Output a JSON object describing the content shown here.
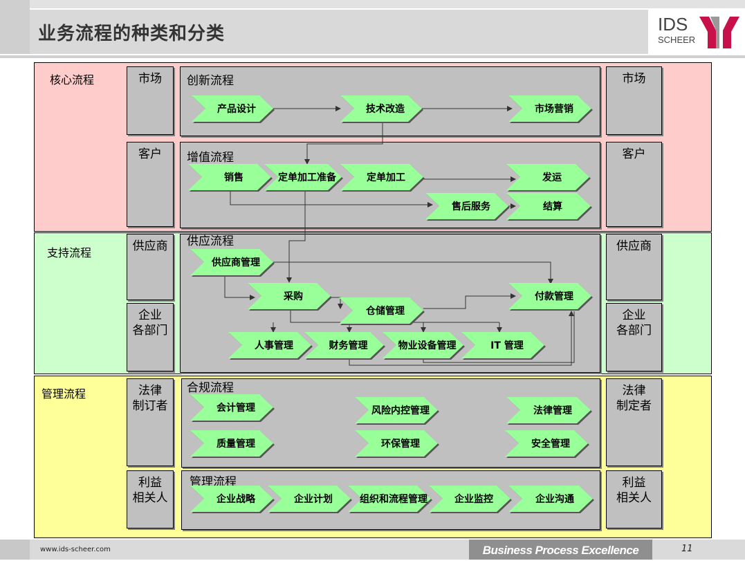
{
  "title": "业务流程的种类和分类",
  "logo": {
    "line1": "IDS",
    "line2": "SCHEER"
  },
  "sections": [
    {
      "label": "核心流程",
      "color": "#ffcccc"
    },
    {
      "label": "支持流程",
      "color": "#ccffcc"
    },
    {
      "label": "管理流程",
      "color": "#ffff99"
    }
  ],
  "side_left": [
    "市场",
    "客户",
    "供应商",
    "企业\n各部门",
    "法律\n制订者",
    "利益\n相关人"
  ],
  "side_right": [
    "市场",
    "客户",
    "供应商",
    "企业\n各部门",
    "法律\n制定者",
    "利益\n相关人"
  ],
  "panels": [
    "创新流程",
    "增值流程",
    "供应流程",
    "合规流程",
    "管理流程"
  ],
  "steps": {
    "innovation": [
      "产品设计",
      "技术改造",
      "市场营销"
    ],
    "value": [
      "销售",
      "定单加工准备",
      "定单加工",
      "发运",
      "售后服务",
      "结算"
    ],
    "supply": [
      "供应商管理",
      "采购",
      "仓储管理",
      "付款管理",
      "人事管理",
      "财务管理",
      "物业设备管理",
      "IT 管理"
    ],
    "compliance": [
      "会计管理",
      "风险内控管理",
      "法律管理",
      "质量管理",
      "环保管理",
      "安全管理"
    ],
    "management": [
      "企业战略",
      "企业计划",
      "组织和流程管理",
      "企业监控",
      "企业沟通"
    ]
  },
  "footer": {
    "url": "www.ids-scheer.com",
    "tagline": "Business Process Excellence",
    "page": "11"
  }
}
